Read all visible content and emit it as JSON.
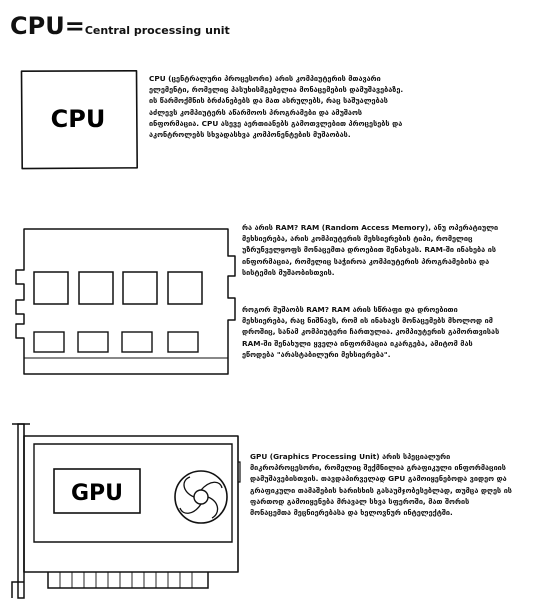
{
  "header": {
    "title_main": "CPU=",
    "title_sub": "Central processing unit"
  },
  "cpu": {
    "chip_label": "CPU",
    "description": "CPU (ცენტრალური პროცესორი) არის კომპიუტერის მთავარი ელემენტი, რომელიც პასუხისმგებელია მონაცემების დამუშავებაზე. ის წარმოქმნის ბრძანებებს და მათ ასრულებს, რაც საშუალებას აძლევს კომპიუტერს აწარმოოს პროგრამები და ამუშაოს ინფორმაცია. CPU ასევე აერთიანებს გამოთვლებით პროცესებს და აკონტროლებს სხვადასხვა კომპონენტების მუშაობას."
  },
  "ram": {
    "description_1": "რა არის RAM? RAM (Random Access Memory), ანუ ოპერატიული მეხსიერება, არის კომპიუტერის მეხსიერების ტიპი, რომელიც უზრუნველყოფს მონაცემთა დროებით შენახვას. RAM-ში ინახება ის ინფორმაცია, რომელიც საჭიროა კომპიუტერის პროგრამებისა და სისტემის მუშაობისთვის.",
    "description_2": "როგორ მუშაობს RAM? RAM არის სწრაფი და დროებითი მეხსიერება, რაც ნიშნავს, რომ ის ინახავს მონაცემებს მხოლოდ იმ დროშიც, სანამ კომპიუტერი ჩართულია. კომპიუტერის გამორთვისას RAM-ში შენახული ყველა ინფორმაცია იკარგება, ამიტომ მას ეწოდება \"არასტაბილური მეხსიერება\"."
  },
  "gpu": {
    "chip_label": "GPU",
    "description": "GPU (Graphics Processing Unit) არის სპეციალური მიკროპროცესორი, რომელიც შექმნილია გრაფიკული ინფორმაციის დამუშავებისთვის. თავდაპირველად GPU გამოიყენებოდა ვიდეო და გრაფიკული თამაშების ხარისხის გასაუმჯობესებლად, თუმცა დღეს ის ფართოდ გამოიყენება მრავალ სხვა სფეროში, მათ შორის მონაცემთა მეცნიერებასა და ხელოვნურ ინტელექტში."
  }
}
